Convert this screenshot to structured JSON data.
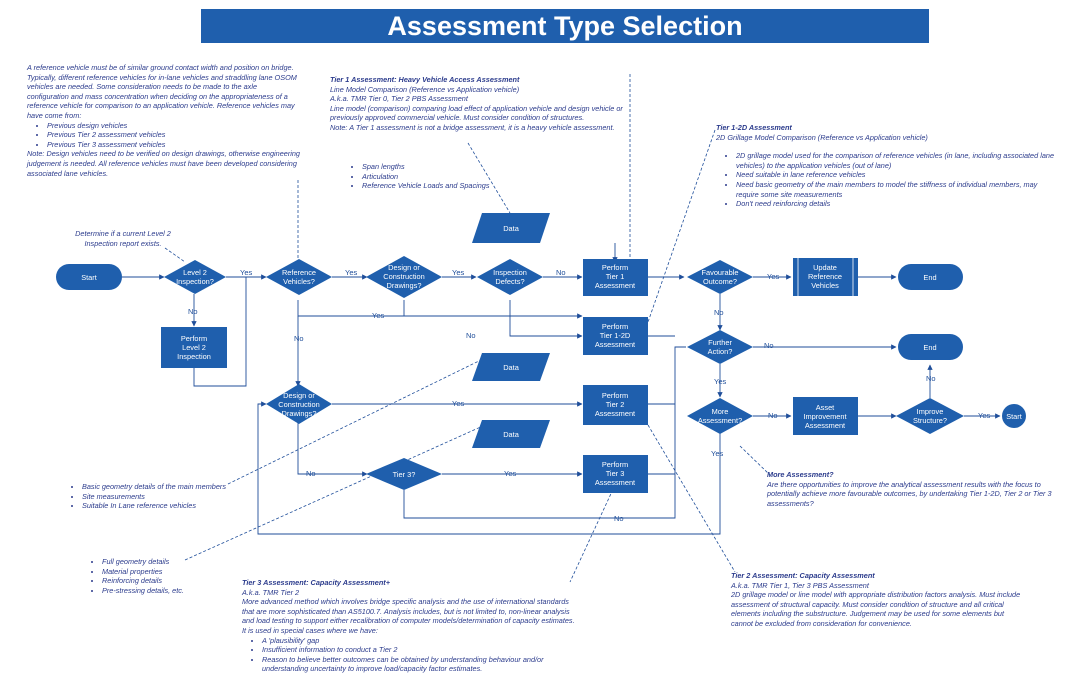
{
  "title": "Assessment Type Selection",
  "notes": {
    "reference": {
      "text": "A reference vehicle must be of similar ground contact width and position on bridge. Typically, different reference vehicles for in-lane vehicles and straddling lane OSOM vehicles are needed. Some consideration needs to be made to the axle configuration and mass concentration when deciding on the appropriateness of a reference vehicle for comparison to an application vehicle. Reference vehicles may have come from:",
      "items": [
        "Previous design vehicles",
        "Previous Tier 2 assessment vehicles",
        "Previous Tier 3 assessment vehicles"
      ],
      "footer": "Note: Design vehicles need to be verified on design drawings, otherwise engineering judgement is needed. All reference vehicles must have been developed considering associated lane vehicles."
    },
    "tier1": {
      "heading": "Tier 1 Assessment: Heavy Vehicle Access Assessment",
      "lines": [
        "Line Model Comparison (Reference vs Application vehicle)",
        "A.k.a. TMR Tier 0, Tier 2 PBS Assessment",
        "Line model (comparison) comparing load effect of application vehicle and design vehicle or previously approved commercial vehicle. Must consider condition of structures.",
        "Note: A Tier 1 assessment is not a bridge assessment, it is a heavy vehicle assessment."
      ]
    },
    "tier1_data": {
      "items": [
        "Span lengths",
        "Articulation",
        "Reference Vehicle Loads and Spacings"
      ]
    },
    "tier12d": {
      "heading": "Tier 1-2D Assessment",
      "sub": "2D Grillage Model Comparison (Reference vs Application vehicle)",
      "items": [
        "2D grillage model used for the comparison of reference vehicles (in lane, including associated lane vehicles) to the application vehicles (out of lane)",
        "Need suitable in lane reference vehicles",
        "Need basic geometry of the main members to model the stiffness of individual members, may require some site measurements",
        "Don't need reinforcing details"
      ]
    },
    "level2": {
      "text": "Determine if a current Level 2 Inspection report exists."
    },
    "tier2_data": {
      "items": [
        "Basic geometry details of the main members",
        "Site measurements",
        "Suitable In Lane reference vehicles"
      ]
    },
    "tier3_data": {
      "items": [
        "Full geometry details",
        "Material properties",
        "Reinforcing details",
        "Pre-stressing details, etc."
      ]
    },
    "more": {
      "heading": "More Assessment?",
      "text": "Are there opportunities to improve the analytical assessment results with the focus to potentially achieve more favourable outcomes, by undertaking Tier 1-2D, Tier 2 or Tier 3 assessments?"
    },
    "tier2": {
      "heading": "Tier 2 Assessment: Capacity Assessment",
      "lines": [
        "A.k.a. TMR Tier 1, Tier 3 PBS Assessment",
        "2D grillage model or line model with appropriate distribution factors analysis. Must include assessment of structural capacity. Must consider condition of structure and all critical elements including the substructure. Judgement may be used for some elements but cannot be excluded from consideration for convenience."
      ]
    },
    "tier3": {
      "heading": "Tier 3 Assessment: Capacity Assessment+",
      "lines": [
        "A.k.a. TMR Tier 2",
        "More advanced method which involves bridge specific analysis and the use of international standards that are more sophisticated than AS5100.7. Analysis includes, but is not limited to, non-linear analysis and load testing to support either recalibration of computer models/determination of capacity estimates.",
        "It is used in special cases where we have:"
      ],
      "items": [
        "A 'plausibility' gap",
        "Insufficient information to conduct a Tier 2",
        "Reason to believe better outcomes can be obtained by understanding behaviour and/or understanding uncertainty to improve load/capacity factor estimates."
      ]
    }
  },
  "nodes": {
    "start": "Start",
    "level2_q": [
      "Level 2",
      "Inspection?"
    ],
    "perform_l2": [
      "Perform",
      "Level 2",
      "Inspection"
    ],
    "ref_veh": [
      "Reference",
      "Vehicles?"
    ],
    "design_q1": [
      "Design or",
      "Construction",
      "Drawings?"
    ],
    "insp_defects": [
      "Inspection",
      "Defects?"
    ],
    "data1": "Data",
    "tier1": [
      "Perform",
      "Tier 1",
      "Assessment"
    ],
    "tier12d": [
      "Perform",
      "Tier 1-2D",
      "Assessment"
    ],
    "data2": "Data",
    "design_q2": [
      "Design or",
      "Construction",
      "Drawings?"
    ],
    "tier2": [
      "Perform",
      "Tier 2",
      "Assessment"
    ],
    "data3": "Data",
    "tier3_q": "Tier 3?",
    "tier3": [
      "Perform",
      "Tier 3",
      "Assessment"
    ],
    "fav": [
      "Favourable",
      "Outcome?"
    ],
    "update_ref": [
      "Update",
      "Reference",
      "Vehicles"
    ],
    "end1": "End",
    "further": [
      "Further",
      "Action?"
    ],
    "end2": "End",
    "more_q": [
      "More",
      "Assessment?"
    ],
    "asset_imp": [
      "Asset",
      "Improvement",
      "Assessment"
    ],
    "improve_q": [
      "Improve",
      "Structure?"
    ],
    "start2": "Start"
  },
  "edges": {
    "yes": "Yes",
    "no": "No"
  },
  "colors": {
    "primary": "#1f5fad",
    "text": "#2b3b8c"
  }
}
